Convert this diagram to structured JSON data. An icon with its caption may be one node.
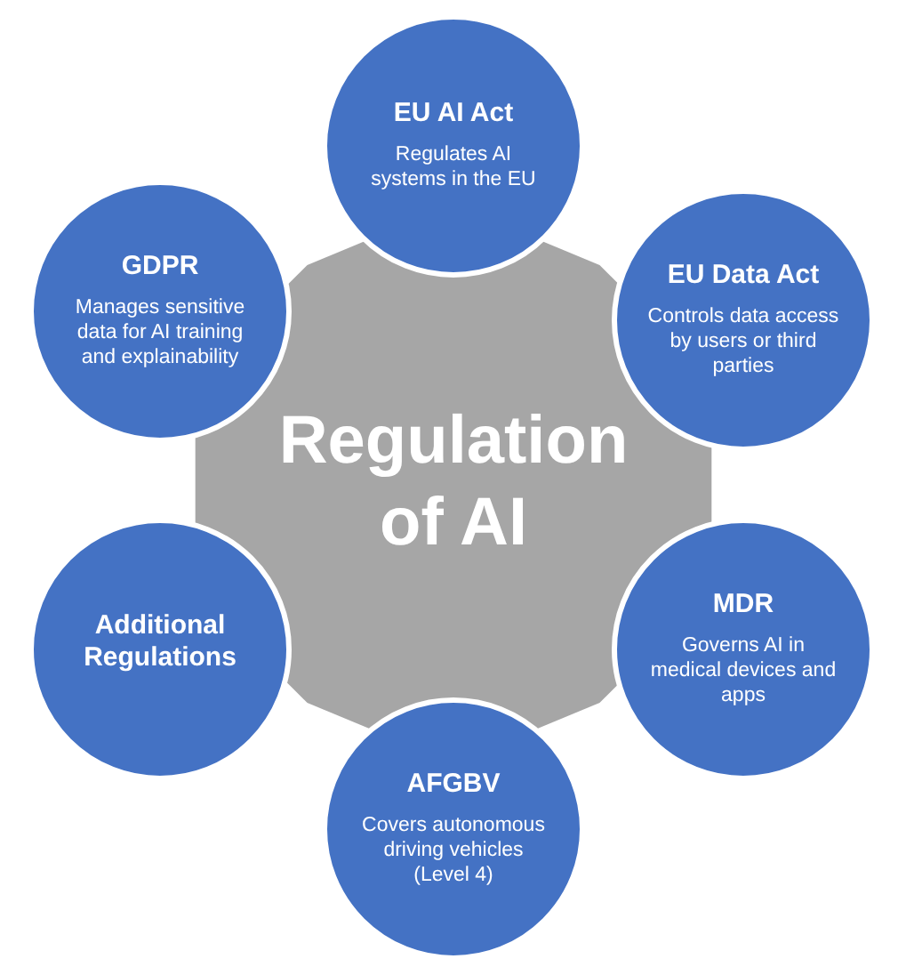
{
  "diagram": {
    "nodes": [
      {
        "text": [
          "Regulation of AI"
        ]
      },
      {
        "text": [
          "EU AI Act",
          "Regulates AI systems in the EU"
        ]
      },
      {
        "text": [
          "EU Data Act",
          "Controls data access by users or third parties"
        ]
      },
      {
        "text": [
          "MDR",
          "Governs AI in medical devices and apps"
        ]
      },
      {
        "text": [
          "AFGBV",
          "Covers autonomous driving vehicles (Level 4)"
        ]
      },
      {
        "text": [
          "Additional Regulations"
        ]
      },
      {
        "text": [
          "GDPR",
          "Manages sensitive data for AI training and explainability"
        ]
      }
    ]
  }
}
